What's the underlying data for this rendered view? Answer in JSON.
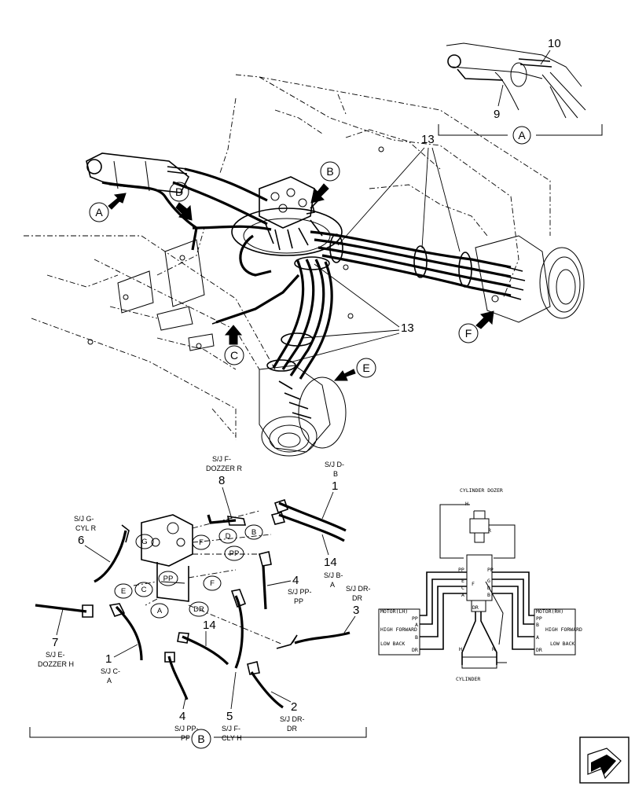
{
  "main_view": {
    "callouts": [
      "13",
      "13"
    ],
    "view_arrows": [
      "A",
      "B",
      "C",
      "D",
      "E",
      "F"
    ]
  },
  "detail_a": {
    "title": "A",
    "callouts": [
      "10",
      "9"
    ]
  },
  "detail_b": {
    "title": "B",
    "bubbles": [
      "G",
      "F",
      "D",
      "B",
      "PP",
      "PP",
      "E",
      "C",
      "F",
      "A",
      "DR"
    ],
    "labels": [
      {
        "num": "8",
        "line1": "S/J F-",
        "line2": "DOZZER R"
      },
      {
        "num": "1",
        "line1": "S/J D-",
        "line2": "B"
      },
      {
        "num": "6",
        "line1": "S/J G-",
        "line2": "CYL R"
      },
      {
        "num": "14",
        "line1": "S/J B-",
        "line2": "A"
      },
      {
        "num": "4",
        "line1": "S/J PP-",
        "line2": "PP"
      },
      {
        "num": "3",
        "line1": "S/J DR-",
        "line2": "DR"
      },
      {
        "num": "7",
        "line1": "S/J E-",
        "line2": "DOZZER H"
      },
      {
        "num": "1",
        "line1": "S/J C-",
        "line2": "A"
      },
      {
        "num": "14",
        "line1": "",
        "line2": ""
      },
      {
        "num": "4",
        "line1": "S/J PP-",
        "line2": "PP"
      },
      {
        "num": "5",
        "line1": "S/J F-",
        "line2": "CLY H"
      },
      {
        "num": "2",
        "line1": "S/J DR-",
        "line2": "DR"
      }
    ]
  },
  "schematic": {
    "cylinder_dozer": "CYLINDER DOZER",
    "cylinder": "CYLINDER",
    "port_h": "H",
    "port_r": "R",
    "motor_lh": "MOTOR(LH)",
    "motor_rh": "MOTOR(RH)",
    "high_forward": "HIGH FORWARD",
    "low_back": "LOW BACK",
    "ports_left": [
      "PP",
      "A",
      "B",
      "DR"
    ],
    "ports_right": [
      "PP",
      "B",
      "A",
      "DR"
    ],
    "center_ports_left": [
      "PP",
      "E",
      "C",
      "A"
    ],
    "center_ports_right": [
      "PP",
      "G",
      "D",
      "B"
    ],
    "center_mid": [
      "F",
      "DR"
    ]
  }
}
